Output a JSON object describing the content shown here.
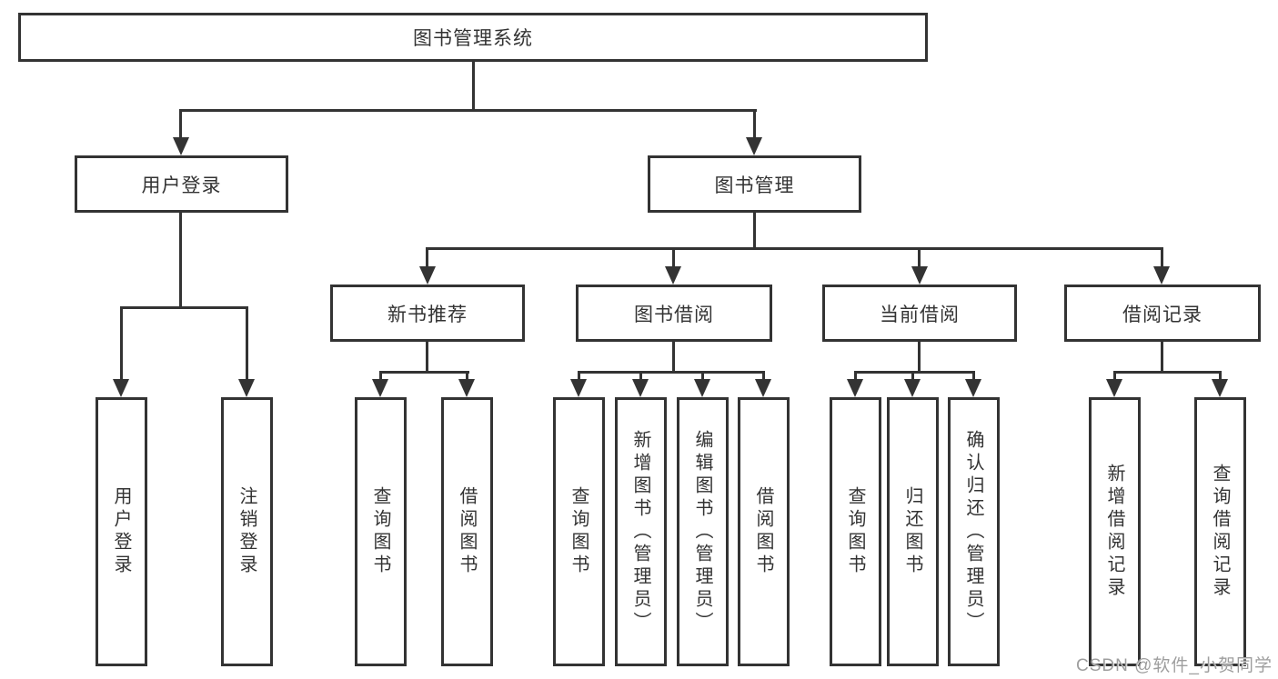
{
  "tree": {
    "label": "图书管理系统",
    "children": [
      {
        "label": "用户登录",
        "children": [
          {
            "label": "用户登录"
          },
          {
            "label": "注销登录"
          }
        ]
      },
      {
        "label": "图书管理",
        "children": [
          {
            "label": "新书推荐",
            "children": [
              {
                "label": "查询图书"
              },
              {
                "label": "借阅图书"
              }
            ]
          },
          {
            "label": "图书借阅",
            "children": [
              {
                "label": "查询图书"
              },
              {
                "label": "新增图书（管理员）"
              },
              {
                "label": "编辑图书（管理员）"
              },
              {
                "label": "借阅图书"
              }
            ]
          },
          {
            "label": "当前借阅",
            "children": [
              {
                "label": "查询图书"
              },
              {
                "label": "归还图书"
              },
              {
                "label": "确认归还（管理员）"
              }
            ]
          },
          {
            "label": "借阅记录",
            "children": [
              {
                "label": "新增借阅记录"
              },
              {
                "label": "查询借阅记录"
              }
            ]
          }
        ]
      }
    ]
  },
  "watermark": {
    "text": "CSDN @软件_小贺同学"
  },
  "colors": {
    "line": "#333333",
    "box_border": "#333333",
    "text": "#333333",
    "watermark": "#9e9e9e",
    "background": "#ffffff"
  }
}
